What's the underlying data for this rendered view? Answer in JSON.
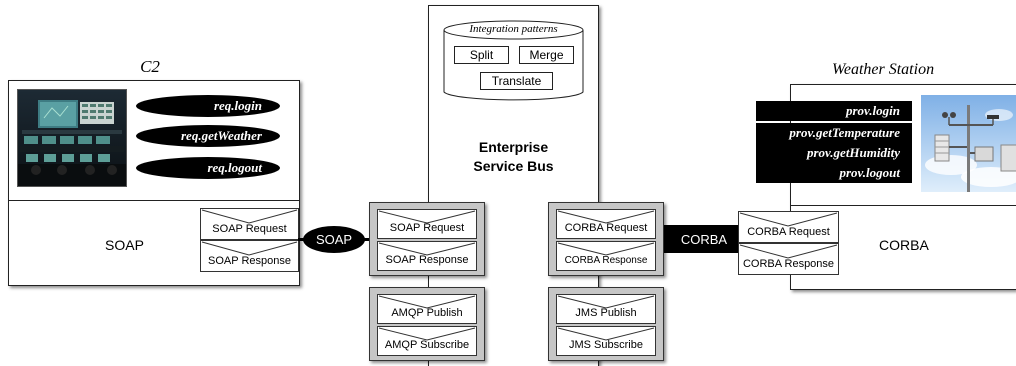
{
  "c2": {
    "title": "C2",
    "requests": [
      "req.login",
      "req.getWeather",
      "req.logout"
    ],
    "protocol_label": "SOAP",
    "endpoints": [
      "SOAP Request",
      "SOAP Response"
    ]
  },
  "connector_left": {
    "label": "SOAP"
  },
  "esb": {
    "title": "Enterprise Service Bus",
    "patterns_title": "Integration patterns",
    "patterns": [
      "Split",
      "Merge",
      "Translate"
    ],
    "adapters": {
      "soap": [
        "SOAP Request",
        "SOAP Response"
      ],
      "amqp": [
        "AMQP Publish",
        "AMQP Subscribe"
      ],
      "corba": [
        "CORBA Request",
        "CORBA Response"
      ],
      "jms": [
        "JMS Publish",
        "JMS Subscribe"
      ]
    }
  },
  "connector_right": {
    "label": "CORBA"
  },
  "weather_station": {
    "title": "Weather Station",
    "provides": [
      "prov.login",
      "prov.getTemperature",
      "prov.getHumidity",
      "prov.logout"
    ],
    "protocol_label": "CORBA",
    "endpoints": [
      "CORBA Request",
      "CORBA Response"
    ]
  },
  "colors": {
    "pill_fill": "#000000",
    "adapter_group": "#c6c6c6",
    "sky_top": "#7fb0e6",
    "sky_bottom": "#dfeefb"
  }
}
